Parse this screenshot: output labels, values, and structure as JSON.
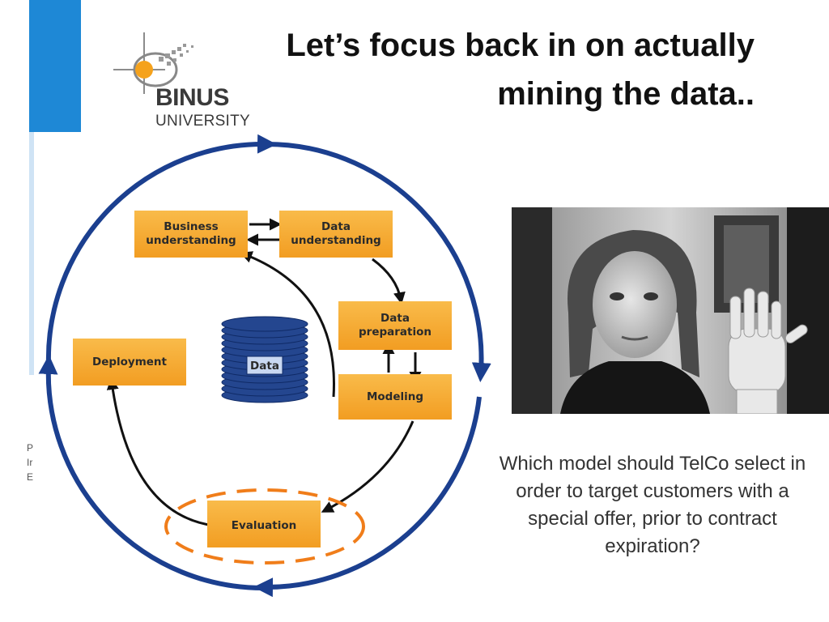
{
  "slide": {
    "title_line1": "Let’s focus back in on actually",
    "title_line2": "mining the data..",
    "caption": "Which model should TelCo select in order to target customers with a special offer, prior to contract expiration?",
    "left_fragments": [
      "P",
      "Ir",
      "E"
    ]
  },
  "logo": {
    "name": "BINUS",
    "subtitle": "UNIVERSITY"
  },
  "diagram": {
    "phases": {
      "business_understanding": [
        "Business",
        "understanding"
      ],
      "data_understanding": [
        "Data",
        "understanding"
      ],
      "data_preparation": [
        "Data",
        "preparation"
      ],
      "modeling": [
        "Modeling"
      ],
      "evaluation": [
        "Evaluation"
      ],
      "deployment": [
        "Deployment"
      ]
    },
    "data_store": "Data",
    "highlighted_phase": "evaluation"
  },
  "colors": {
    "box_fill": "#f6a830",
    "outer_cycle": "#1b3f8f",
    "inner_arrows": "#111111",
    "highlight_dash": "#f07d1a",
    "brand_blue": "#1e88d6",
    "logo_orange": "#f5a21c"
  },
  "photo": {
    "icon": "person-photo"
  }
}
